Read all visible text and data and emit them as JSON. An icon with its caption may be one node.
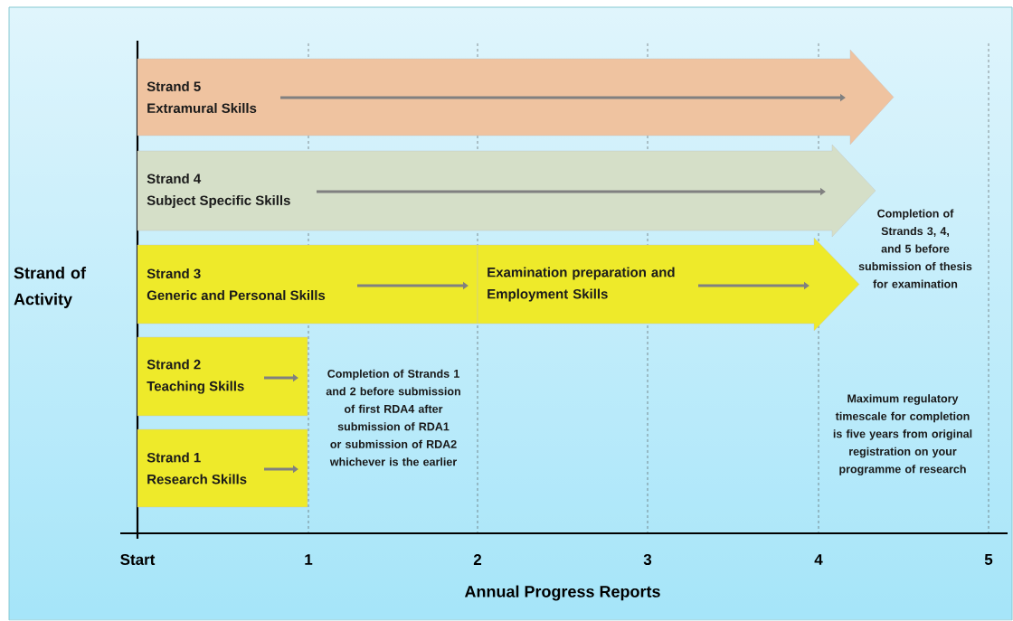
{
  "diagram": {
    "nodes": [
      {
        "text": [
          "Strand 5",
          "Extramural Skills"
        ]
      },
      {
        "text": [
          "Strand 4",
          "Subject Specific Skills"
        ]
      },
      {
        "text": [
          "Strand 3",
          "Generic and Personal Skills"
        ]
      },
      {
        "text": [
          "Examination preparation and Employment Skills"
        ]
      },
      {
        "text": [
          "Strand 2",
          "Teaching Skills"
        ]
      },
      {
        "text": [
          "Strand 1",
          "Research Skills"
        ]
      }
    ],
    "labels": [
      "Strand of Activity",
      "Completion of Strands 3, 4, and 5 before submission of thesis for examination",
      "Completion of Strands 1 and 2 before submission of first RDA4 after submission of RDA1 or submission of RDA2 whichever is the earlier",
      "Maximum regulatory timescale for completion is five years from original registration on your programme of research",
      "Start",
      "1",
      "2",
      "3",
      "4",
      "5",
      "Annual Progress Reports"
    ]
  }
}
